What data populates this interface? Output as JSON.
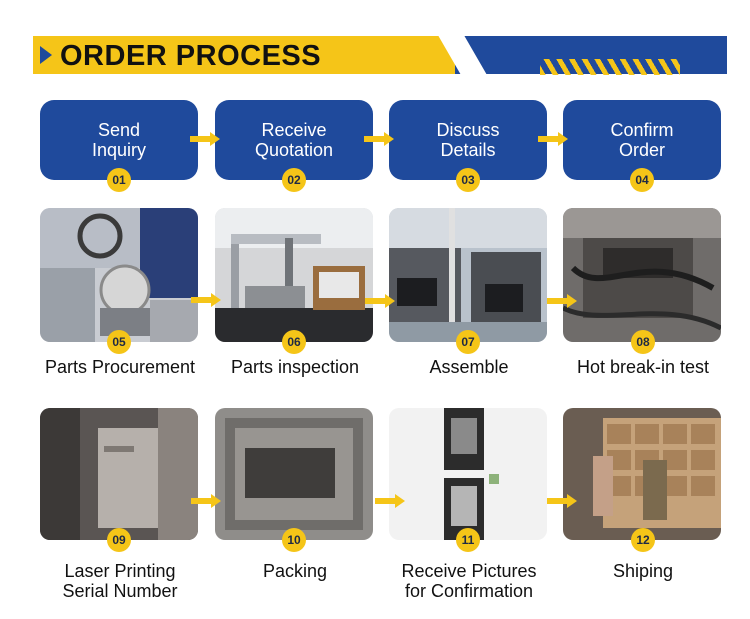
{
  "header": {
    "title": "ORDER PROCESS"
  },
  "steps": [
    {
      "label": "Send\nInquiry",
      "num": "01"
    },
    {
      "label": "Receive\nQuotation",
      "num": "02"
    },
    {
      "label": "Discuss\nDetails",
      "num": "03"
    },
    {
      "label": "Confirm\nOrder",
      "num": "04"
    }
  ],
  "row2": [
    {
      "num": "05",
      "caption": "Parts Procurement"
    },
    {
      "num": "06",
      "caption": "Parts inspection"
    },
    {
      "num": "07",
      "caption": "Assemble"
    },
    {
      "num": "08",
      "caption": "Hot break-in test"
    }
  ],
  "row3": [
    {
      "num": "09",
      "caption": "Laser Printing\nSerial Number"
    },
    {
      "num": "10",
      "caption": "Packing"
    },
    {
      "num": "11",
      "caption": "Receive Pictures\nfor Confirmation"
    },
    {
      "num": "12",
      "caption": "Shiping"
    }
  ],
  "colors": {
    "blue": "#1f4a9c",
    "yellow": "#f5c518"
  }
}
